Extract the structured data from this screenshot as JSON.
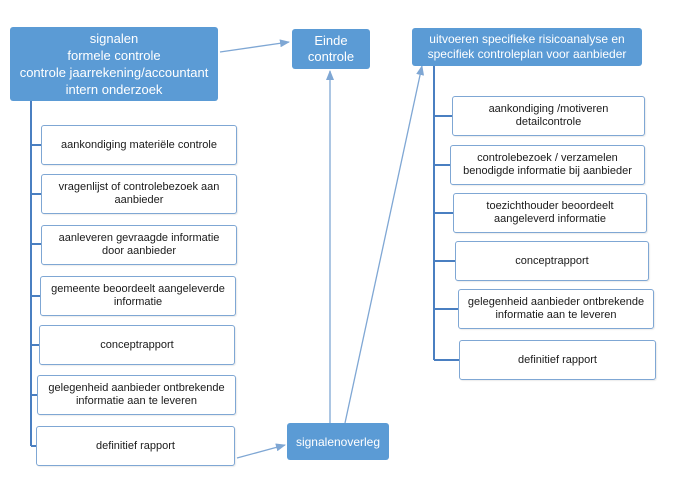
{
  "colors": {
    "accent": "#5b9bd5",
    "line": "#4a7fc1",
    "arrow": "#7fa7d4",
    "border": "#7fa7d4"
  },
  "nodes": {
    "signalen": "signalen\nformele controle\ncontrole jaarrekening/accountant\nintern onderzoek",
    "einde": "Einde\ncontrole",
    "uitvoeren": "uitvoeren specifieke risicoanalyse en\nspecifiek controleplan voor aanbieder",
    "signalenoverleg": "signalenoverleg"
  },
  "left_steps": [
    "aankondiging materiële controle",
    "vragenlijst of controlebezoek aan\naanbieder",
    "aanleveren gevraagde informatie\ndoor aanbieder",
    "gemeente beoordeelt aangeleverde\ninformatie",
    "conceptrapport",
    "gelegenheid aanbieder ontbrekende\ninformatie aan te leveren",
    "definitief rapport"
  ],
  "right_steps": [
    "aankondiging /motiveren\ndetailcontrole",
    "controlebezoek / verzamelen\nbenodigde informatie bij aanbieder",
    "toezichthouder beoordeelt\naangeleverd informatie",
    "conceptrapport",
    "gelegenheid aanbieder ontbrekende\ninformatie aan te leveren",
    "definitief rapport"
  ]
}
